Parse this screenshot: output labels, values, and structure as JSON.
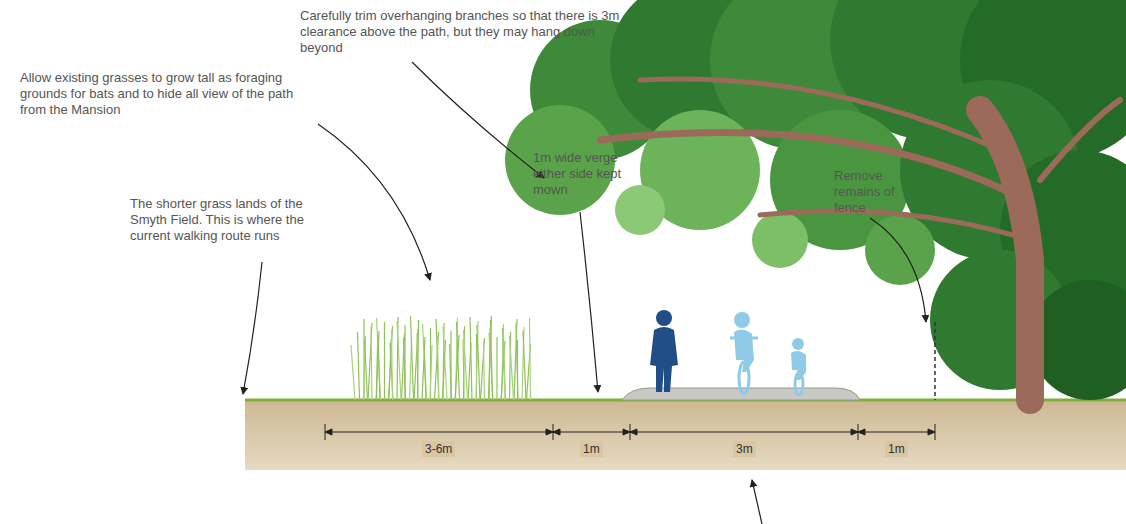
{
  "diagram": {
    "labels": [
      "Carefully trim overhanging branches so that there is 3m clearance above the path, but they may hang down beyond",
      "Allow existing grasses to grow tall as foraging grounds for bats and to hide all view of the path from the Mansion",
      "The shorter grass lands of the Smyth Field. This is where the current walking route runs",
      "1m wide verge either side kept mown",
      "Remove remains of fence",
      "3-6m",
      "1m",
      "3m",
      "1m"
    ]
  }
}
